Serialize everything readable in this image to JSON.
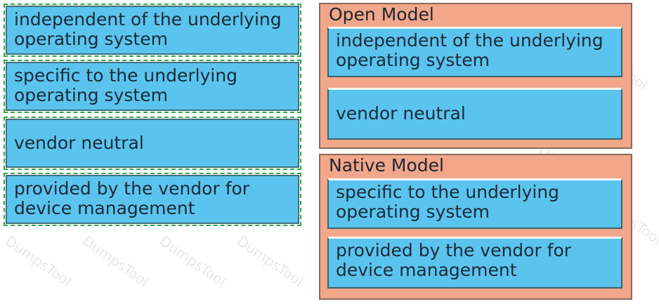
{
  "options": [
    "independent of the underlying\noperating system",
    "specific to the underlying\noperating system",
    "vendor neutral",
    "provided by the vendor for\ndevice management"
  ],
  "targets": [
    {
      "title": "Open Model",
      "items": [
        "independent of the underlying\noperating system",
        "vendor neutral"
      ]
    },
    {
      "title": "Native Model",
      "items": [
        "specific to the underlying\noperating system",
        "provided by the vendor for\ndevice management"
      ]
    }
  ],
  "watermark": "DumpsTool"
}
